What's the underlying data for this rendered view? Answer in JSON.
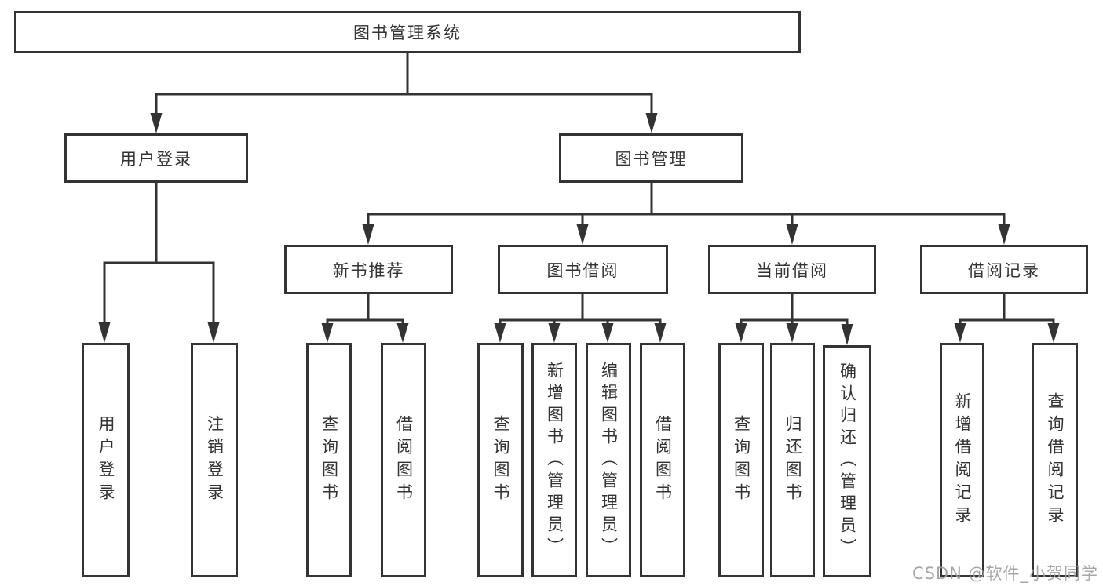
{
  "diagram": {
    "root": {
      "label": "图书管理系统"
    },
    "level2": [
      {
        "id": "user-login",
        "label": "用户登录"
      },
      {
        "id": "book-management",
        "label": "图书管理"
      }
    ],
    "level3": [
      {
        "id": "new-book-recommend",
        "parent": "图书管理",
        "label": "新书推荐"
      },
      {
        "id": "book-borrow",
        "parent": "图书管理",
        "label": "图书借阅"
      },
      {
        "id": "current-borrow",
        "parent": "图书管理",
        "label": "当前借阅"
      },
      {
        "id": "borrow-records",
        "parent": "图书管理",
        "label": "借阅记录"
      }
    ],
    "leaves": [
      {
        "parent": "用户登录",
        "label": "用户登录"
      },
      {
        "parent": "用户登录",
        "label": "注销登录"
      },
      {
        "parent": "新书推荐",
        "label": "查询图书"
      },
      {
        "parent": "新书推荐",
        "label": "借阅图书"
      },
      {
        "parent": "图书借阅",
        "label": "查询图书"
      },
      {
        "parent": "图书借阅",
        "label": "新增图书（管理员）"
      },
      {
        "parent": "图书借阅",
        "label": "编辑图书（管理员）"
      },
      {
        "parent": "图书借阅",
        "label": "借阅图书"
      },
      {
        "parent": "当前借阅",
        "label": "查询图书"
      },
      {
        "parent": "当前借阅",
        "label": "归还图书"
      },
      {
        "parent": "当前借阅",
        "label": "确认归还（管理员）"
      },
      {
        "parent": "借阅记录",
        "label": "新增借阅记录"
      },
      {
        "parent": "借阅记录",
        "label": "查询借阅记录"
      }
    ]
  },
  "watermark": {
    "text": "CSDN @软件_小贺同学"
  },
  "colors": {
    "line": "#333333",
    "box_border": "#333333",
    "text": "#333333",
    "background": "#ffffff",
    "watermark": "#9e9e9e"
  }
}
